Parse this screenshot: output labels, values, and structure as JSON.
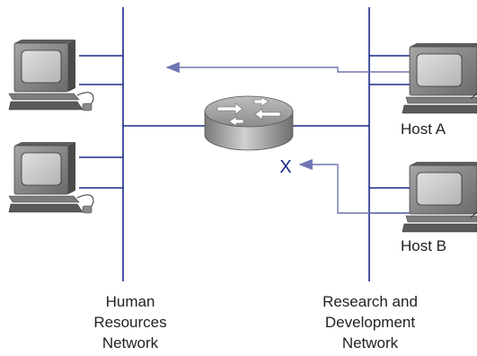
{
  "diagram": {
    "networks": {
      "left": {
        "line1": "Human",
        "line2": "Resources",
        "line3": "Network"
      },
      "right": {
        "line1": "Research and",
        "line2": "Development",
        "line3": "Network"
      }
    },
    "hosts": {
      "host_a": "Host A",
      "host_b": "Host B"
    },
    "blocked_marker": "X"
  },
  "colors": {
    "network_line": "#1a2a8a",
    "flow_arrow": "#6f76b4",
    "blocked_marker": "#1a2a8a",
    "computer_body": "#8a8a8a",
    "computer_screen": "#c9c9c9",
    "router_body": "#9c9c9c"
  }
}
